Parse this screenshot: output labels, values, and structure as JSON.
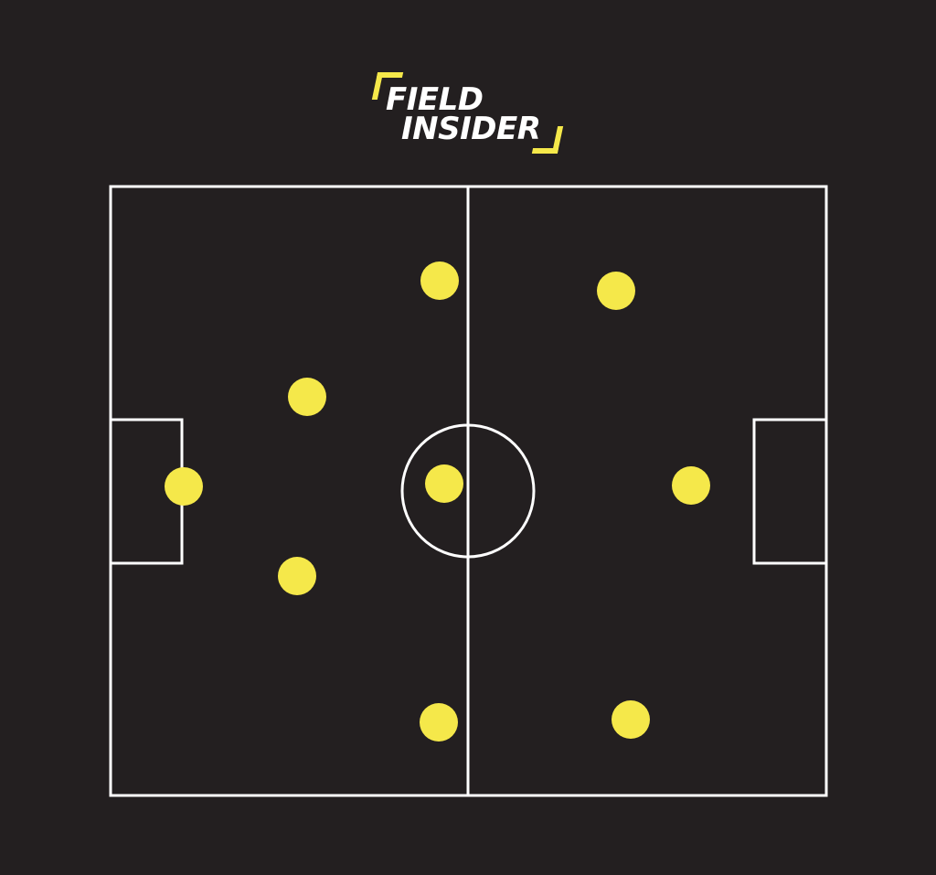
{
  "logo": {
    "line1": "FIELD",
    "line2": "INSIDER",
    "accent_color": "#f5e84a",
    "text_color": "#ffffff"
  },
  "colors": {
    "background": "#231f20",
    "lines": "#ffffff",
    "player": "#f5e84a"
  },
  "pitch": {
    "players": [
      {
        "id": "left-goalkeeper"
      },
      {
        "id": "left-upper-mid"
      },
      {
        "id": "left-lower-mid"
      },
      {
        "id": "top-left-forward"
      },
      {
        "id": "center"
      },
      {
        "id": "bottom-left-forward"
      },
      {
        "id": "top-right"
      },
      {
        "id": "right-front"
      },
      {
        "id": "bottom-right"
      }
    ]
  }
}
